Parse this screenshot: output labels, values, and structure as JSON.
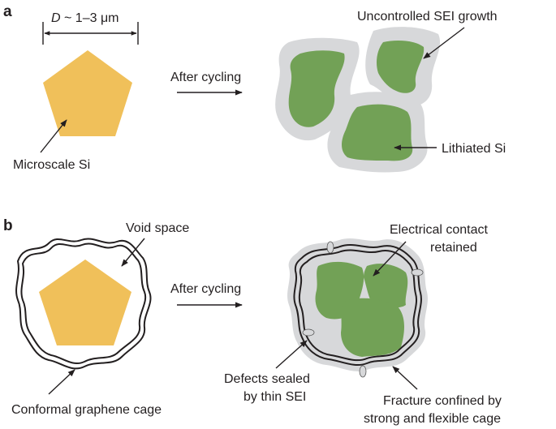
{
  "panel_a": {
    "label": "a",
    "diameter": {
      "symbol": "D",
      "range": " ~ 1–3 μm"
    },
    "microscale": "Microscale Si",
    "after_cycling": "After cycling",
    "sei": "Uncontrolled SEI growth",
    "lithiated": "Lithiated Si"
  },
  "panel_b": {
    "label": "b",
    "void": "Void space",
    "after_cycling": "After cycling",
    "cage": "Conformal graphene cage",
    "contact": [
      "Electrical contact",
      "retained"
    ],
    "defects": [
      "Defects sealed",
      "by thin SEI"
    ],
    "fracture": [
      "Fracture confined by",
      "strong and flexible cage"
    ]
  },
  "colors": {
    "silicon": "#f0c05a",
    "lithiated": "#72a156",
    "sei": "#d7d8da",
    "text": "#231f20"
  }
}
